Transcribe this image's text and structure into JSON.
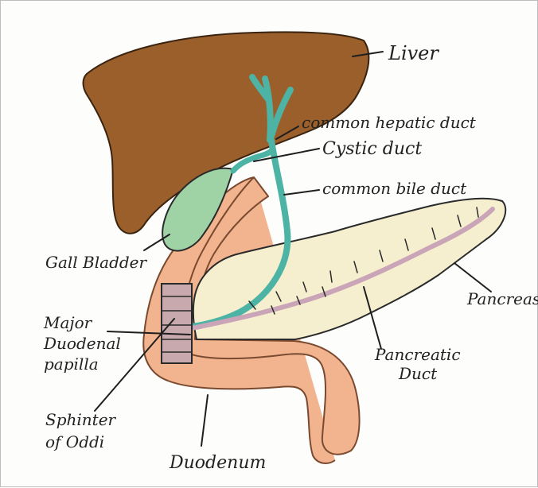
{
  "labels": {
    "liver": "Liver",
    "common_hepatic_duct": "common hepatic duct",
    "cystic_duct": "Cystic duct",
    "common_bile_duct": "common bile duct",
    "gall_bladder": "Gall Bladder",
    "pancreas": "Pancreas",
    "major_duodenal_papilla_line1": "Major",
    "major_duodenal_papilla_line2": "Duodenal",
    "major_duodenal_papilla_line3": "papilla",
    "pancreatic_duct_line1": "Pancreatic",
    "pancreatic_duct_line2": "Duct",
    "sphincter_line1": "Sphinter",
    "sphincter_line2": "of Oddi",
    "duodenum": "Duodenum"
  },
  "colors": {
    "liver": "#9b5f2c",
    "duodenum": "#f2b48f",
    "pancreas": "#f5efcf",
    "gall_bladder": "#9fd3a6",
    "bile_duct": "#4db3a5",
    "sphincter": "#c7a9ae",
    "ink": "#1e1e1e"
  }
}
